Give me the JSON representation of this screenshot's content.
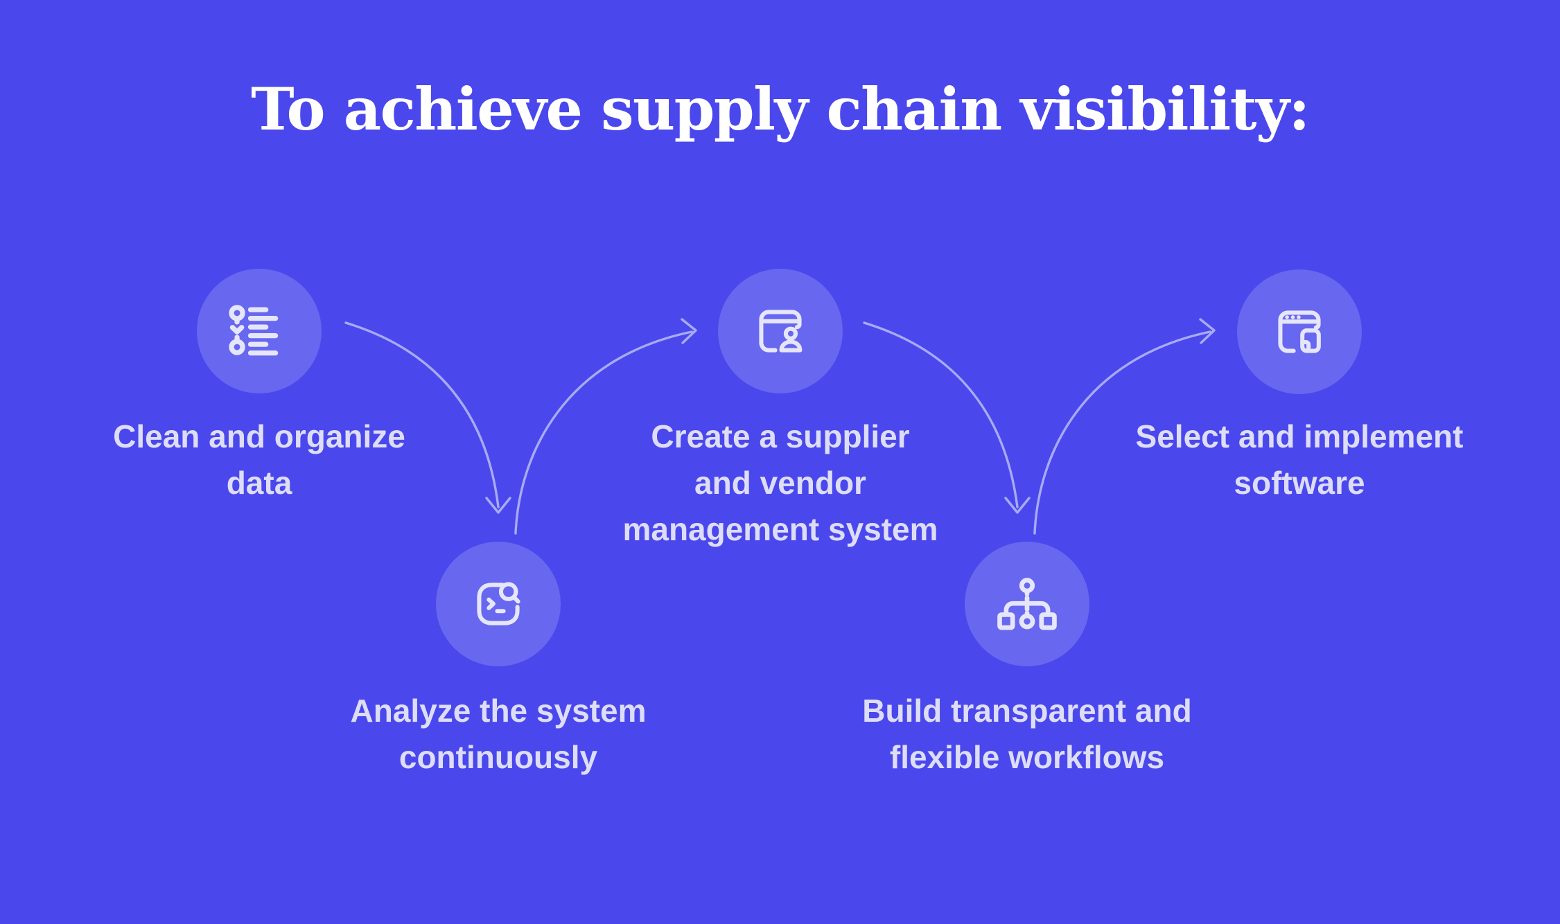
{
  "title": "To achieve supply chain visibility:",
  "colors": {
    "background": "#4A48EC",
    "badge_circle": "#6867F0",
    "icon_stroke": "#E6E6FB",
    "arrow": "#A7ABF5",
    "title_text": "#FFFFFF",
    "label_text": "#DEDDF8"
  },
  "steps": [
    {
      "name": "clean-and-organize-data",
      "icon": "checklist-icon",
      "label": "Clean and organize data",
      "lines": [
        "Clean and organize",
        "data"
      ]
    },
    {
      "name": "analyze-the-system-continuously",
      "icon": "terminal-search-icon",
      "label": "Analyze the system continuously",
      "lines": [
        "Analyze the system",
        "continuously"
      ]
    },
    {
      "name": "create-supplier-vendor-management-system",
      "icon": "vendor-card-icon",
      "label": "Create a supplier and vendor management system",
      "lines": [
        "Create a supplier",
        "and vendor",
        "management system"
      ]
    },
    {
      "name": "build-transparent-flexible-workflows",
      "icon": "workflow-icon",
      "label": "Build transparent and flexible workflows",
      "lines": [
        "Build transparent and",
        "flexible workflows"
      ]
    },
    {
      "name": "select-and-implement-software",
      "icon": "browser-software-icon",
      "label": "Select and implement software",
      "lines": [
        "Select and implement",
        "software"
      ]
    }
  ],
  "arrows": [
    {
      "name": "arrow-step1-to-step2",
      "direction": "down"
    },
    {
      "name": "arrow-step2-to-step3",
      "direction": "right"
    },
    {
      "name": "arrow-step3-to-step4",
      "direction": "down"
    },
    {
      "name": "arrow-step4-to-step5",
      "direction": "right"
    }
  ]
}
